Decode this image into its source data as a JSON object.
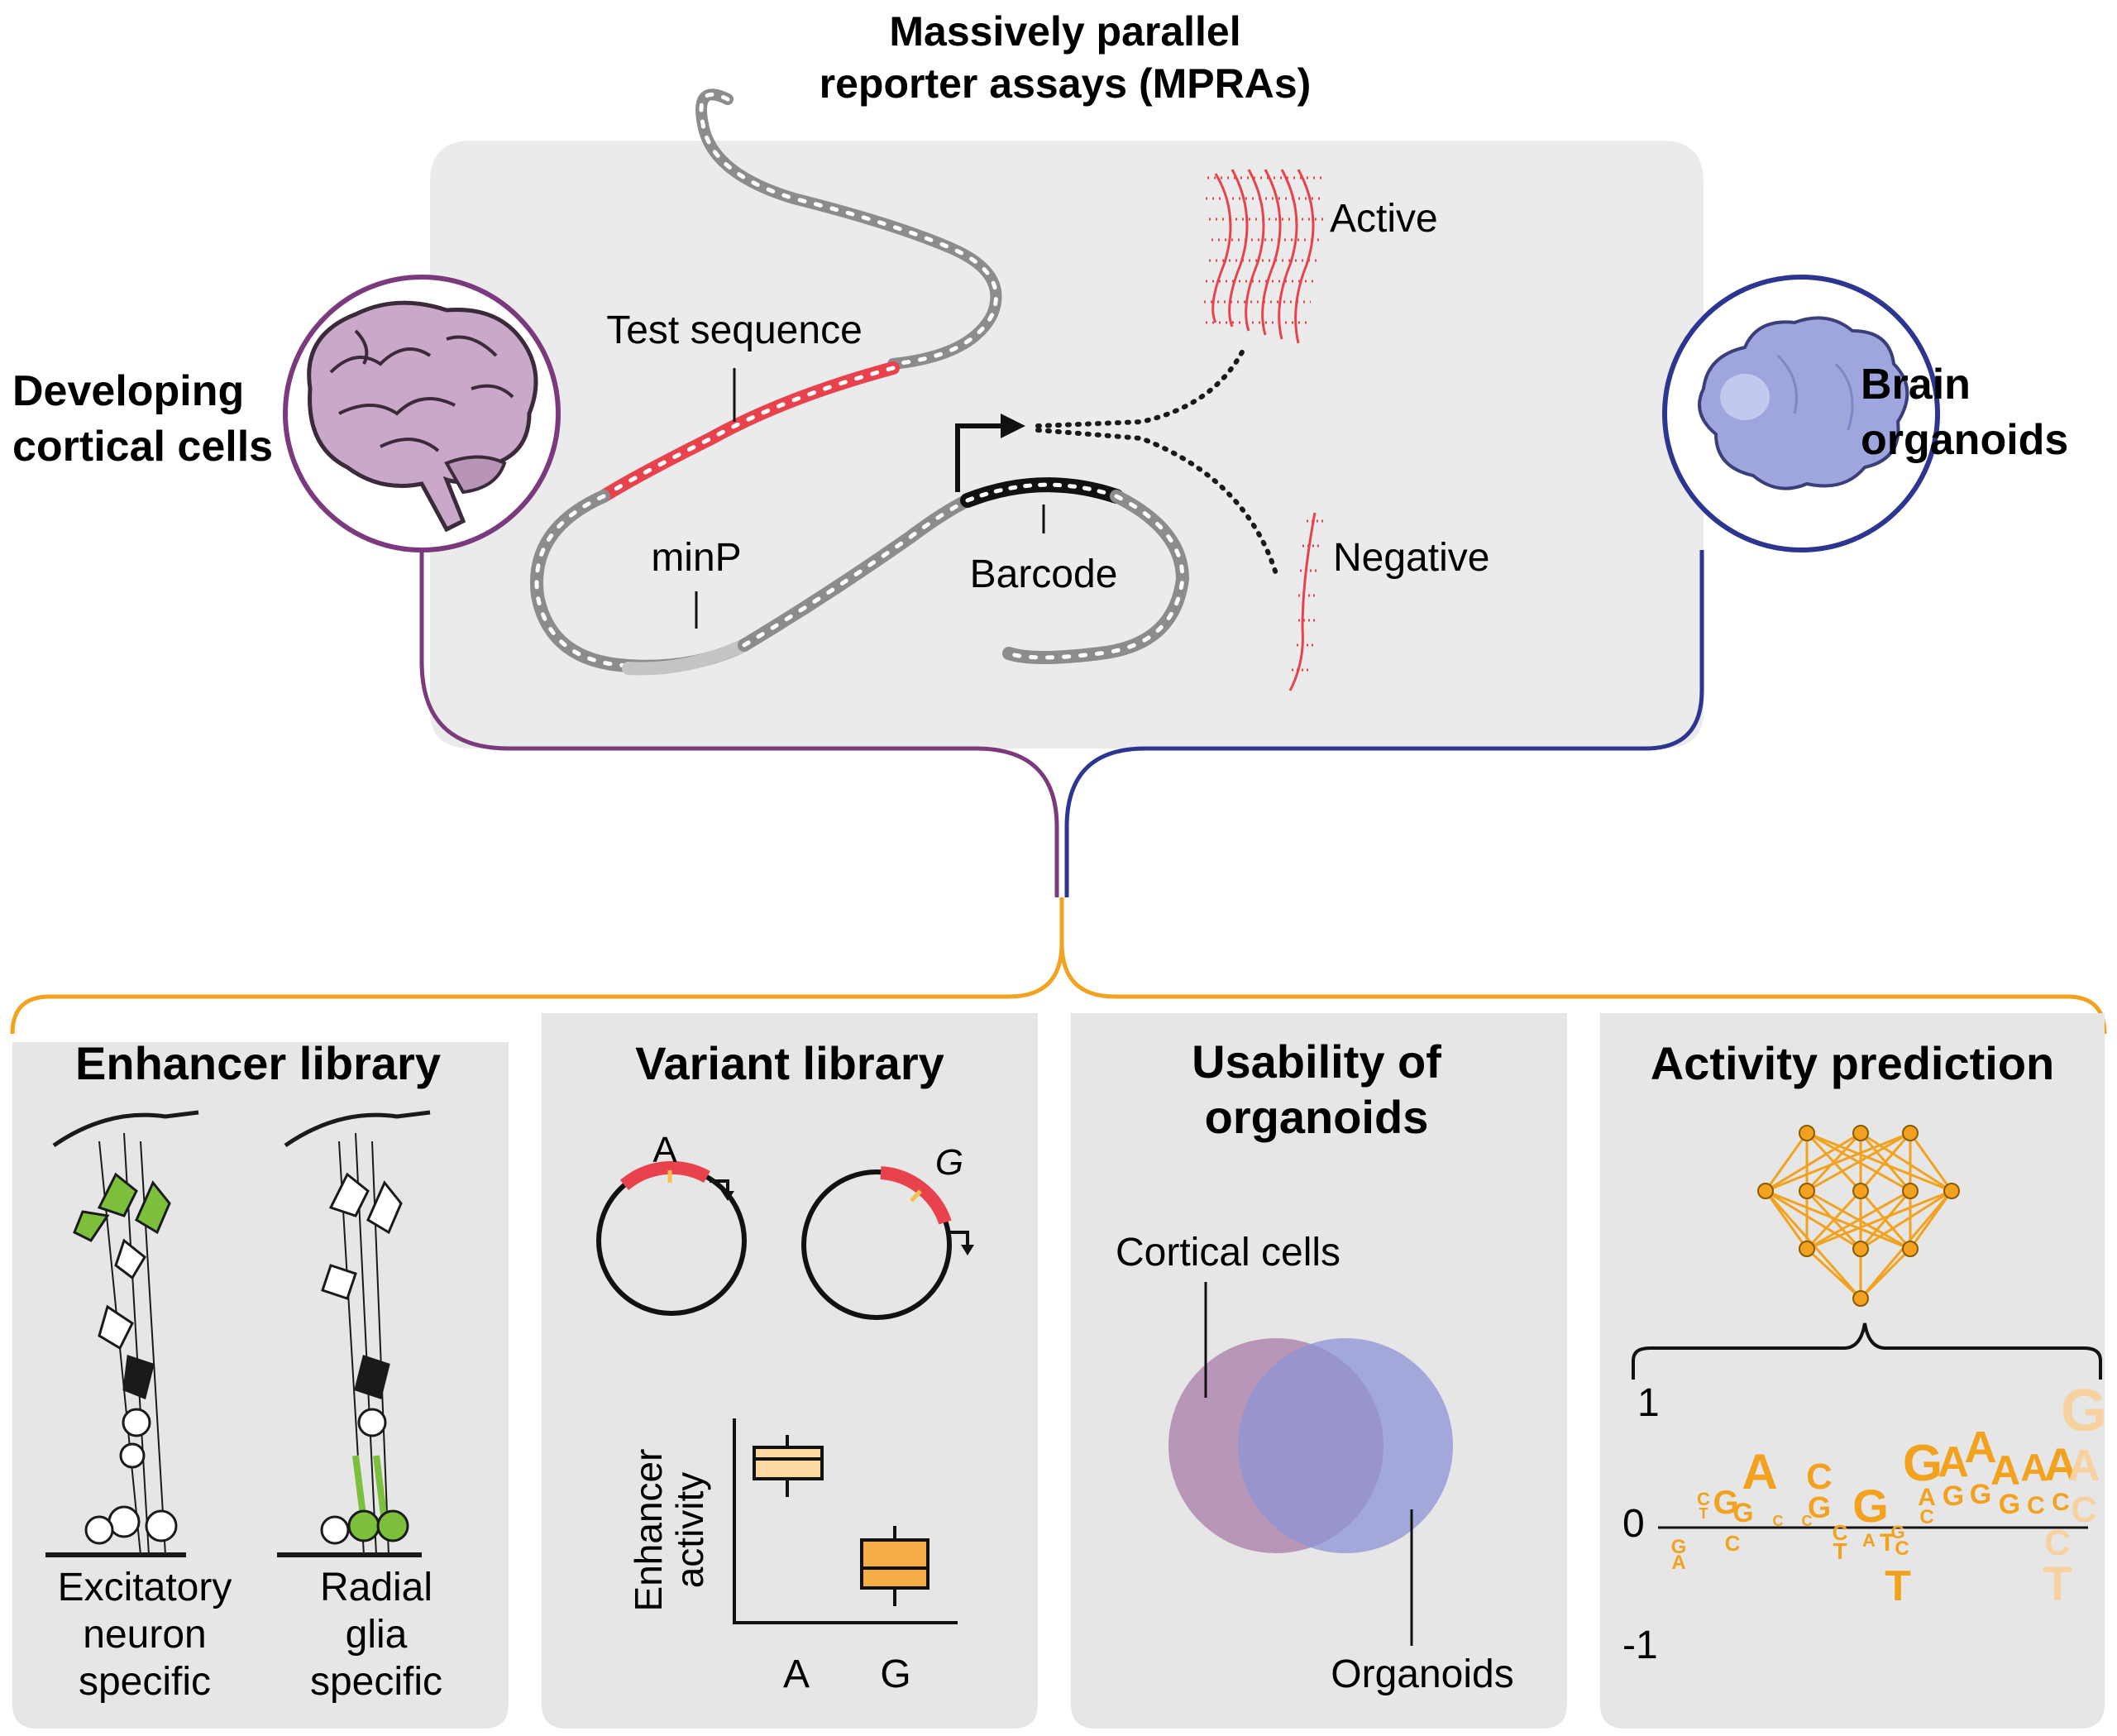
{
  "top": {
    "title_line1": "Massively parallel",
    "title_line2": "reporter assays (MPRAs)",
    "left_label_line1": "Developing",
    "left_label_line2": "cortical cells",
    "right_label_line1": "Brain",
    "right_label_line2": "organoids",
    "test_sequence_label": "Test sequence",
    "minp_label": "minP",
    "barcode_label": "Barcode",
    "active_label": "Active",
    "negative_label": "Negative"
  },
  "panels": {
    "enhancer": {
      "title": "Enhancer library",
      "col1_line1": "Excitatory",
      "col1_line2": "neuron",
      "col1_line3": "specific",
      "col2_line1": "Radial",
      "col2_line2": "glia",
      "col2_line3": "specific"
    },
    "variant": {
      "title": "Variant library",
      "plasmid_a_allele": "A",
      "plasmid_g_allele": "G",
      "ylabel_line1": "Enhancer",
      "ylabel_line2": "activity",
      "x_tick_a": "A",
      "x_tick_g": "G"
    },
    "usability": {
      "title_line1": "Usability of",
      "title_line2": "organoids",
      "set_a_label": "Cortical cells",
      "set_b_label": "Organoids"
    },
    "prediction": {
      "title": "Activity prediction",
      "y_tick_top": "1",
      "y_tick_mid": "0",
      "y_tick_bottom": "-1"
    }
  },
  "colors": {
    "purple_line": "#7b3a7e",
    "navy_line": "#2c3590",
    "orange_line": "#f2a21e",
    "panel_bg": "#e6e6e6",
    "top_bg": "#ebebeb",
    "dna_gray": "#8c8c8c",
    "test_red": "#e8434c",
    "neuron_green": "#7bbf3a",
    "brain_pink": "#c9a8c9",
    "organoid_blue": "#9fa6de",
    "venn_purple": "#a87ba8",
    "venn_blue": "#8c93d6",
    "logo_orange": "#f2a21e"
  },
  "chart_data": {
    "type": "box",
    "categories": [
      "A",
      "G"
    ],
    "ylabel": "Enhancer activity",
    "xlabel": ""
  }
}
